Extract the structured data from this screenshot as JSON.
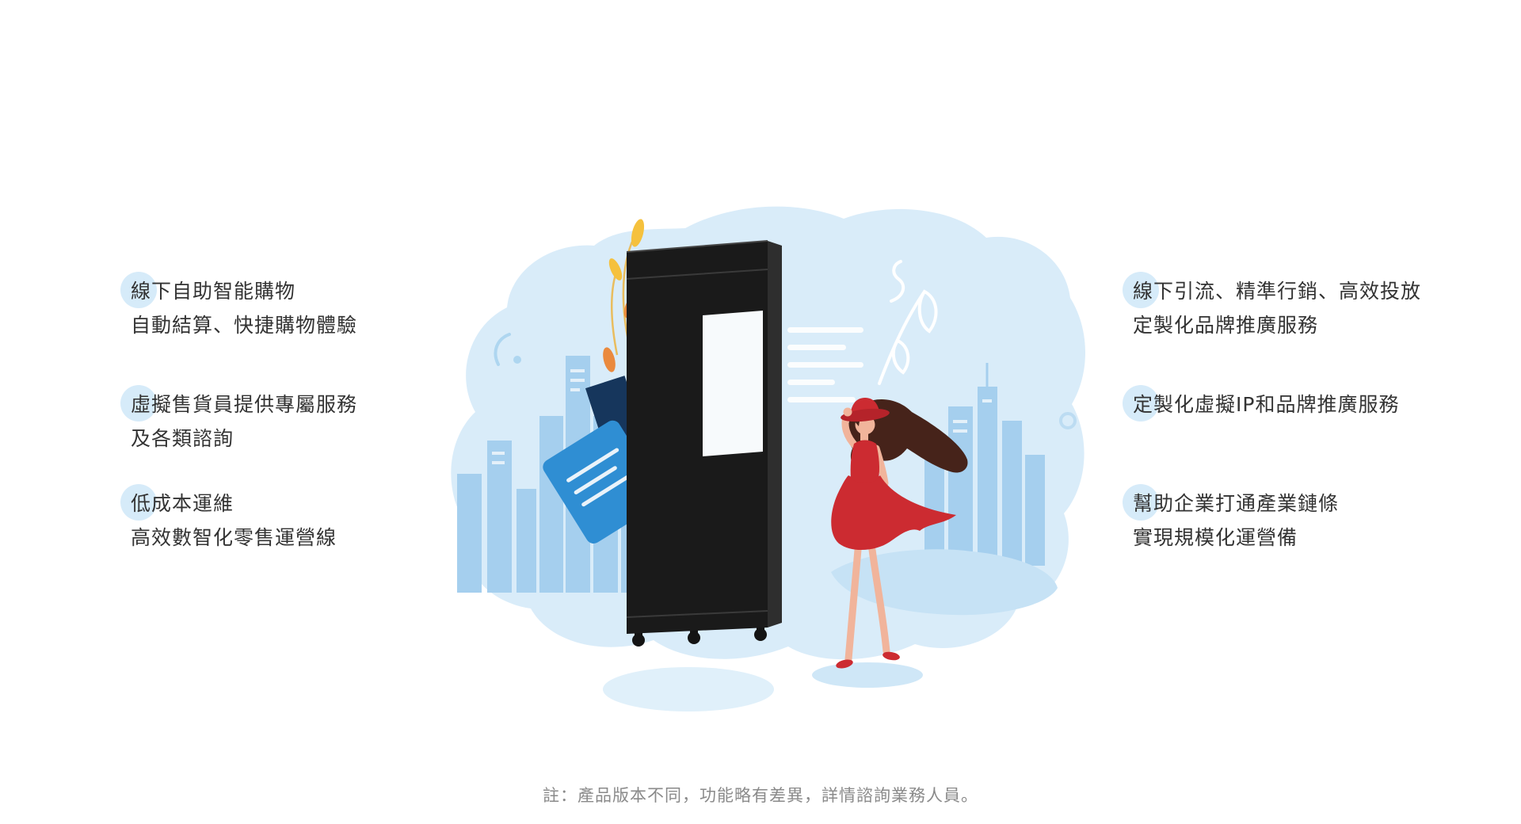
{
  "page": {
    "footnote": "註：產品版本不同，功能略有差異，詳情諮詢業務人員。"
  },
  "features_left": [
    {
      "lines": [
        "線下自助智能購物",
        "自動結算、快捷購物體驗"
      ]
    },
    {
      "lines": [
        "虛擬售貨員提供專屬服務",
        "及各類諮詢"
      ]
    },
    {
      "lines": [
        "低成本運維",
        "高效數智化零售運營線"
      ]
    }
  ],
  "features_right": [
    {
      "lines": [
        "線下引流、精準行銷、高效投放",
        "定製化品牌推廣服務"
      ]
    },
    {
      "lines": [
        "定製化虛擬IP和品牌推廣服務"
      ]
    },
    {
      "lines": [
        "幫助企業打通產業鏈條",
        "實現規模化運營備"
      ]
    }
  ],
  "illustration": {
    "subject": "smart-vending-machine-with-woman-and-city-skyline"
  },
  "colors": {
    "text": "#333333",
    "footnote": "#8a8a8a",
    "highlight": "#d6ebf9",
    "blob": "#d9ecf9",
    "skyline": "#a5cfee",
    "machine": "#1a1a1a",
    "screen": "#f7fafc",
    "card_blue": "#2f8ed3",
    "leaf_yellow": "#f5c13d",
    "leaf_orange": "#ea8a3e",
    "dress": "#cc2b31",
    "hair": "#46231a",
    "skin": "#f1b49b"
  }
}
